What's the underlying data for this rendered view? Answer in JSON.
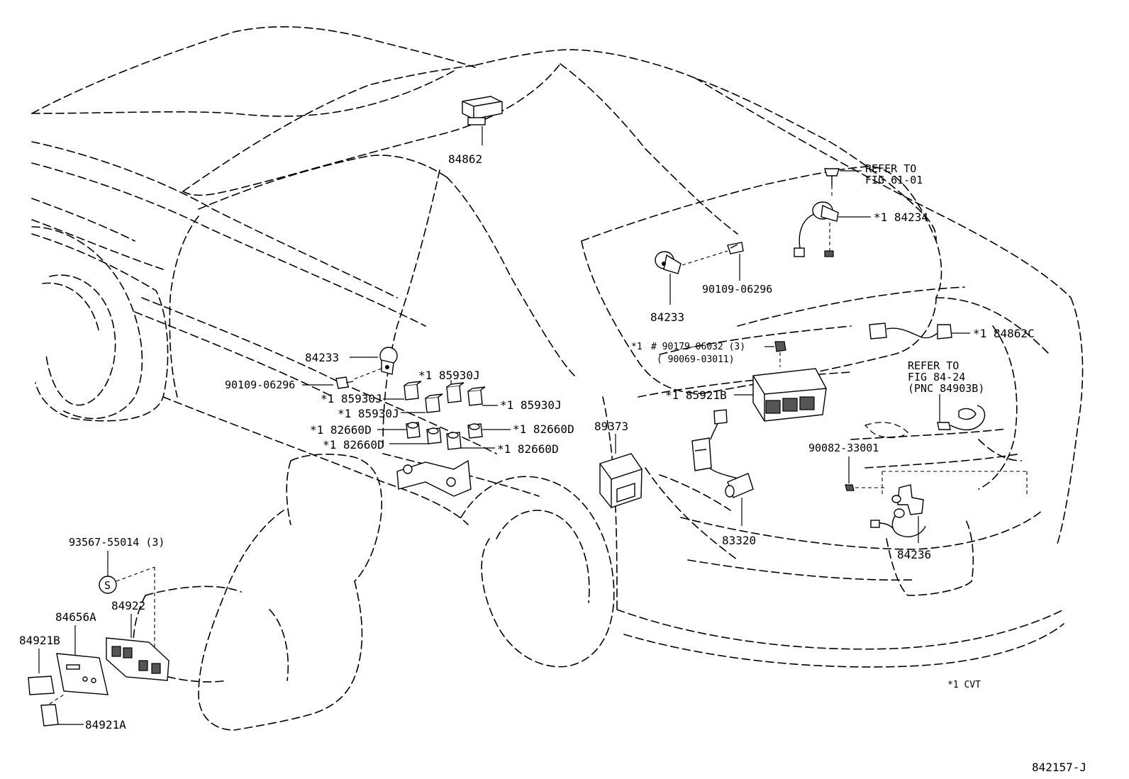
{
  "labels": {
    "p84862": "84862",
    "refer_fig_61_line1": "REFER TO",
    "refer_fig_61_line2": "FIG 61-01",
    "p84234": "*1 84234",
    "p84233_rear": "84233",
    "p90109_rear": "90109-06296",
    "p84862C": "*1 84862C",
    "p90179_prefix": "*1",
    "p90179": "# 90179-06032 (3)",
    "p90069": "( 90069-03011)",
    "refer_fig_84_line1": "REFER TO",
    "refer_fig_84_line2": "FIG 84-24",
    "refer_fig_84_line3": "(PNC 84903B)",
    "p85921B": "*1 85921B",
    "p90082": "90082-33001",
    "p84236": "84236",
    "p83320": "83320",
    "p89373": "89373",
    "p84233_mid": "84233",
    "p90109_mid": "90109-06296",
    "p85930J_a": "*1 85930J",
    "p85930J_b": "*1 85930J",
    "p85930J_c": "*1 85930J",
    "p85930J_d": "*1 85930J",
    "p82660D_a": "*1 82660D",
    "p82660D_b": "*1 82660D",
    "p82660D_c": "*1 82660D",
    "p82660D_d": "*1 82660D",
    "p93567": "93567-55014 (3)",
    "p84922": "84922",
    "p84656A": "84656A",
    "p84921B": "84921B",
    "p84921A": "84921A",
    "note_cvt": "*1 CVT",
    "figure_code": "842157-J",
    "screw_symbol": "S"
  }
}
